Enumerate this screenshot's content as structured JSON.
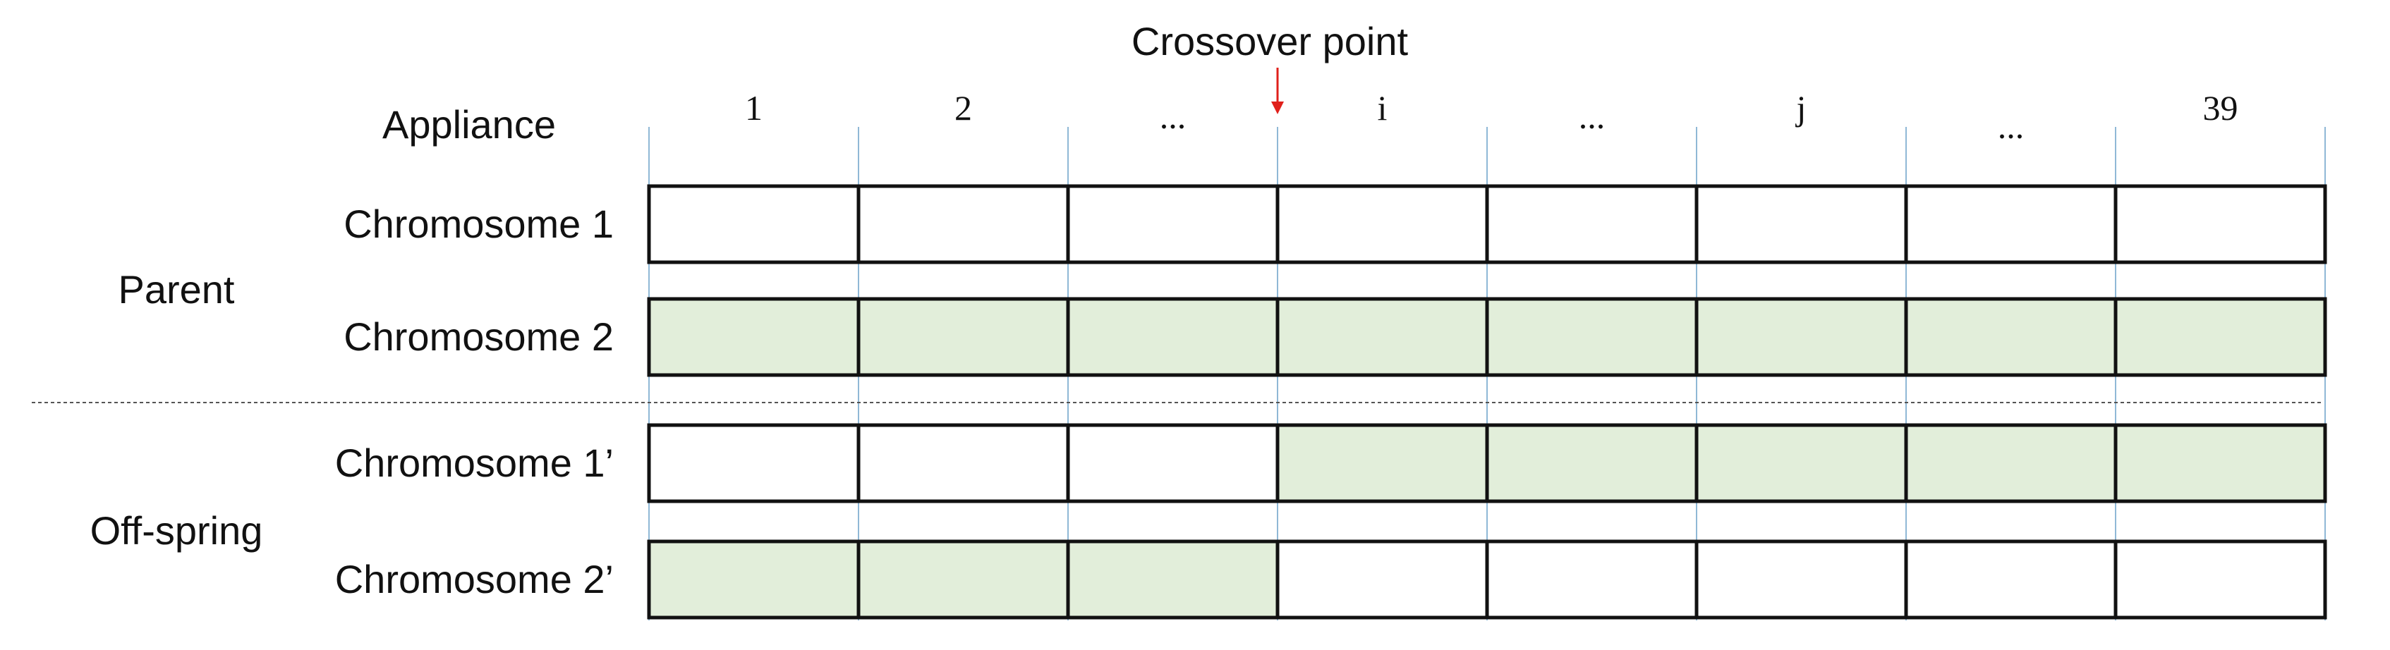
{
  "title": "Crossover point",
  "header_label": "Appliance",
  "columns": [
    "1",
    "2",
    "...",
    "i",
    "...",
    "j",
    "...",
    "39"
  ],
  "crossover_after_index": 3,
  "colors": {
    "filled": "#e2eeda",
    "empty": "#ffffff",
    "border": "#111111",
    "column_line": "#8fb8d6",
    "arrow": "#e0201b",
    "divider": "#555555"
  },
  "groups": [
    {
      "label": "Parent",
      "rows": [
        "Chromosome 1",
        "Chromosome 2"
      ]
    },
    {
      "label": "Off-spring",
      "rows": [
        "Chromosome 1’",
        "Chromosome 2’"
      ]
    }
  ],
  "rows": [
    {
      "label": "Chromosome 1",
      "filled": [
        false,
        false,
        false,
        false,
        false,
        false,
        false,
        false
      ]
    },
    {
      "label": "Chromosome 2",
      "filled": [
        true,
        true,
        true,
        true,
        true,
        true,
        true,
        true
      ]
    },
    {
      "label": "Chromosome 1’",
      "filled": [
        false,
        false,
        false,
        true,
        true,
        true,
        true,
        true
      ]
    },
    {
      "label": "Chromosome 2’",
      "filled": [
        true,
        true,
        true,
        false,
        false,
        false,
        false,
        false
      ]
    }
  ]
}
